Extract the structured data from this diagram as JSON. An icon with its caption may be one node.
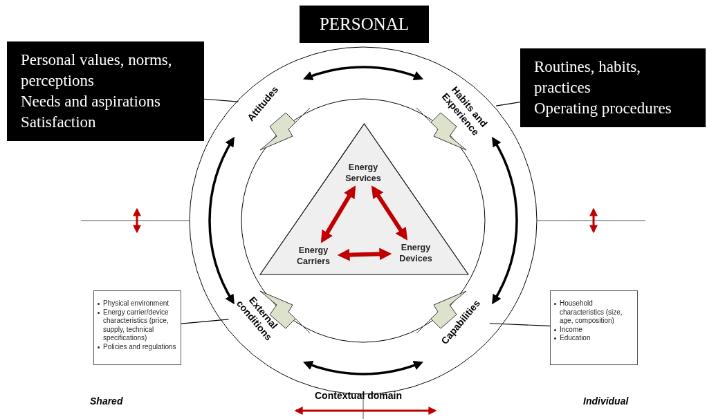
{
  "diagram": {
    "nodes": [
      {
        "text": [
          "PERSONAL"
        ]
      },
      {
        "text": [
          "Personal values, norms, perceptions",
          "Needs and aspirations",
          "Satisfaction"
        ]
      },
      {
        "text": [
          "Routines, habits, practices",
          "Operating procedures"
        ]
      },
      {
        "text": [
          "Attitudes"
        ]
      },
      {
        "text": [
          "Habits and Experience"
        ]
      },
      {
        "text": [],
        "shape": "triangle"
      },
      {
        "text": [
          "Energy Services"
        ],
        "in": 5
      },
      {
        "text": [
          "Energy Carriers"
        ],
        "in": 5
      },
      {
        "text": [
          "Energy Devices"
        ],
        "in": 5
      },
      {
        "text": [
          "External conditions"
        ]
      },
      {
        "text": [
          "Capabilities"
        ]
      },
      {
        "text": [
          "Physical environment",
          "Energy carrier/device characteristics (price, supply, technical specifications)",
          "Policies and regulations"
        ]
      },
      {
        "text": [
          "Household characteristics (size, age, composition)",
          "Income",
          "Education"
        ]
      }
    ],
    "edges": [
      {
        "from": 3,
        "to": 4,
        "arrow": "both"
      },
      {
        "from": 4,
        "to": 10,
        "arrow": "both"
      },
      {
        "from": 10,
        "to": 9,
        "arrow": "both"
      },
      {
        "from": 9,
        "to": 3,
        "arrow": "both"
      },
      {
        "from": 6,
        "to": 7,
        "arrow": "both",
        "color": "#c00000"
      },
      {
        "from": 6,
        "to": 8,
        "arrow": "both",
        "color": "#c00000"
      },
      {
        "from": 7,
        "to": 8,
        "arrow": "both",
        "color": "#c00000"
      },
      {
        "from": 1,
        "to": 3,
        "arrow": "none"
      },
      {
        "from": 2,
        "to": 4,
        "arrow": "none"
      },
      {
        "from": 11,
        "to": 9,
        "arrow": "none"
      },
      {
        "from": 12,
        "to": 10,
        "arrow": "none"
      }
    ],
    "labels": [
      "Shared",
      "Contextual domain",
      "Individual"
    ]
  }
}
